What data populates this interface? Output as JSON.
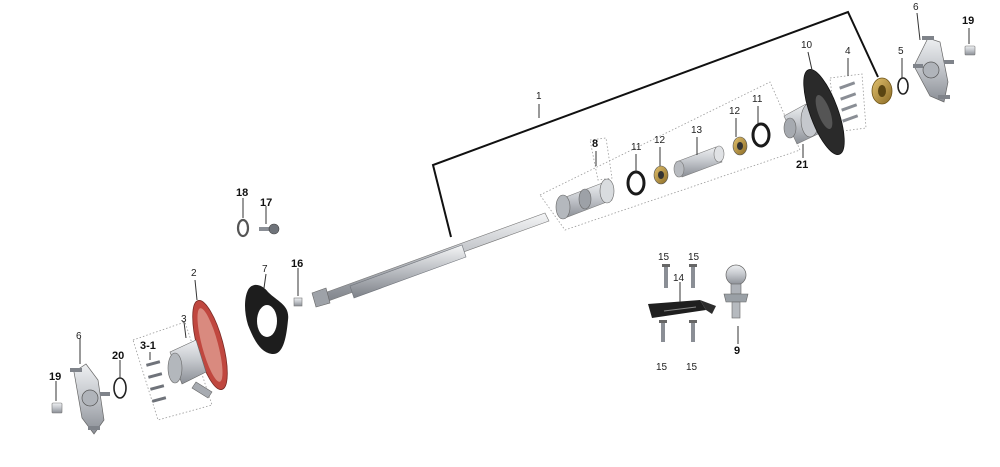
{
  "callouts": {
    "c1": "1",
    "c2": "2",
    "c3": "3",
    "c3_1": "3-1",
    "c4": "4",
    "c5": "5",
    "c6_right": "6",
    "c6_left": "6",
    "c7": "7",
    "c8": "8",
    "c9": "9",
    "c10": "10",
    "c11_left": "11",
    "c11_right": "11",
    "c12_left": "12",
    "c12_right": "12",
    "c13": "13",
    "c14": "14",
    "c15_tl": "15",
    "c15_tr": "15",
    "c15_bl": "15",
    "c15_br": "15",
    "c16": "16",
    "c17": "17",
    "c18": "18",
    "c19_right": "19",
    "c19_left": "19",
    "c20": "20",
    "c21": "21"
  },
  "colors": {
    "metal": "#c9ccd1",
    "metal_dark": "#8c9097",
    "black": "#1a1a1a",
    "brass": "#b08a3a",
    "sprocket_red": "#c0473f"
  }
}
